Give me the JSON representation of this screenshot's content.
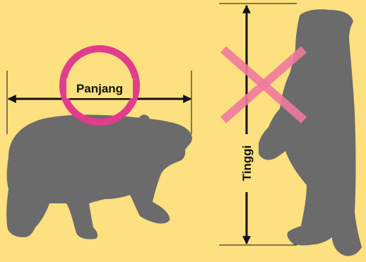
{
  "colors": {
    "background": "#fde07f",
    "bear": "#6b6b6b",
    "arrow": "#111111",
    "correct_mark": "#e23c8c",
    "wrong_mark": "#ef7a9d"
  },
  "left_panel": {
    "label": "Panjang",
    "mark": "circle",
    "mark_meaning": "correct"
  },
  "right_panel": {
    "label": "Tinggi",
    "mark": "cross",
    "mark_meaning": "incorrect"
  }
}
